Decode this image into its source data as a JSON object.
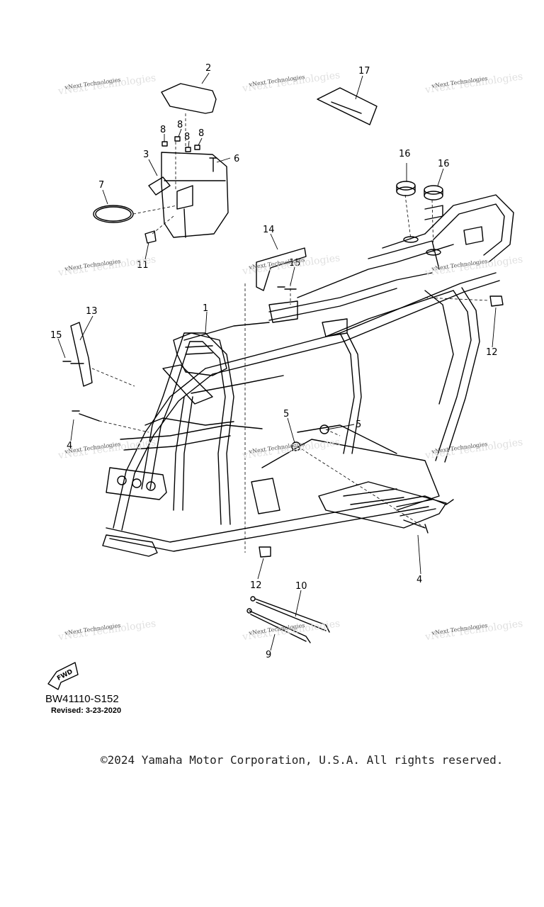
{
  "diagram": {
    "callouts": [
      "1",
      "2",
      "3",
      "4",
      "4",
      "5",
      "5",
      "6",
      "7",
      "8",
      "8",
      "8",
      "8",
      "9",
      "10",
      "11",
      "12",
      "12",
      "13",
      "14",
      "15",
      "15",
      "16",
      "16",
      "17"
    ],
    "watermark": "vNext Technologies",
    "fwd_label": "FWD"
  },
  "footer": {
    "code": "BW41110-S152",
    "revised": "Revised: 3-23-2020",
    "copyright": "©2024 Yamaha Motor Corporation, U.S.A. All rights reserved."
  }
}
